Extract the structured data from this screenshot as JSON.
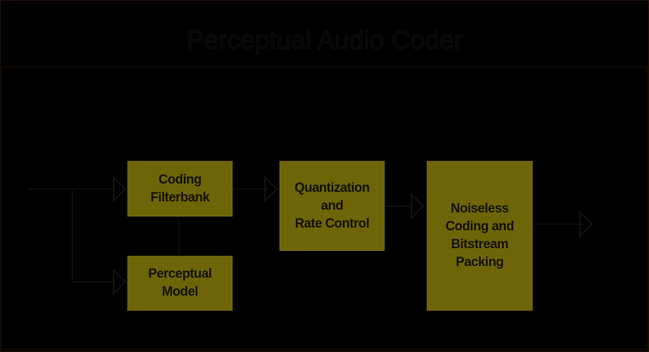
{
  "diagram": {
    "title": "Perceptual Audio Coder",
    "blocks": [
      {
        "id": "coding-filterbank",
        "label": "Coding\nFilterbank"
      },
      {
        "id": "perceptual-model",
        "label": "Perceptual\nModel"
      },
      {
        "id": "quantization",
        "label": "Quantization\nand\nRate Control"
      },
      {
        "id": "noiseless-coding",
        "label": "Noiseless\nCoding and\nBitstream\nPacking"
      }
    ],
    "colors": {
      "block": "#6e6408",
      "background": "#000000"
    }
  }
}
